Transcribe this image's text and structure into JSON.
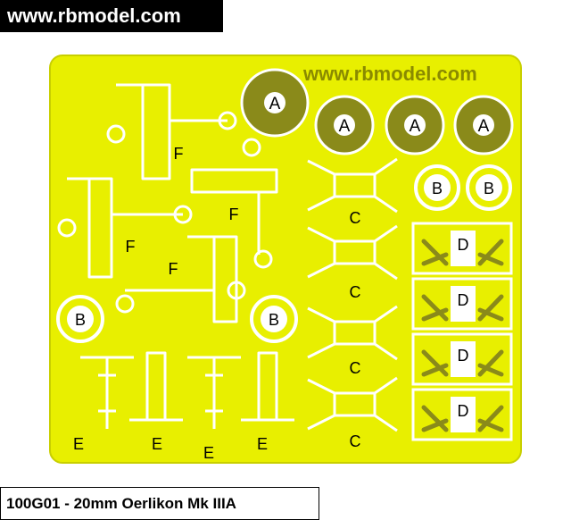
{
  "header": {
    "site_url": "www.rbmodel.com"
  },
  "sheet": {
    "watermark": "www.rbmodel.com"
  },
  "parts": {
    "a": "A",
    "b": "B",
    "c": "C",
    "d": "D",
    "e": "E",
    "f": "F"
  },
  "footer": {
    "product_label": "100G01 - 20mm Oerlikon Mk IIIA"
  },
  "colors": {
    "brass": "#e8ef00",
    "etch_line": "#8a8a00",
    "olive": "#8a8a1a",
    "background": "#ffffff",
    "banner": "#000000"
  }
}
